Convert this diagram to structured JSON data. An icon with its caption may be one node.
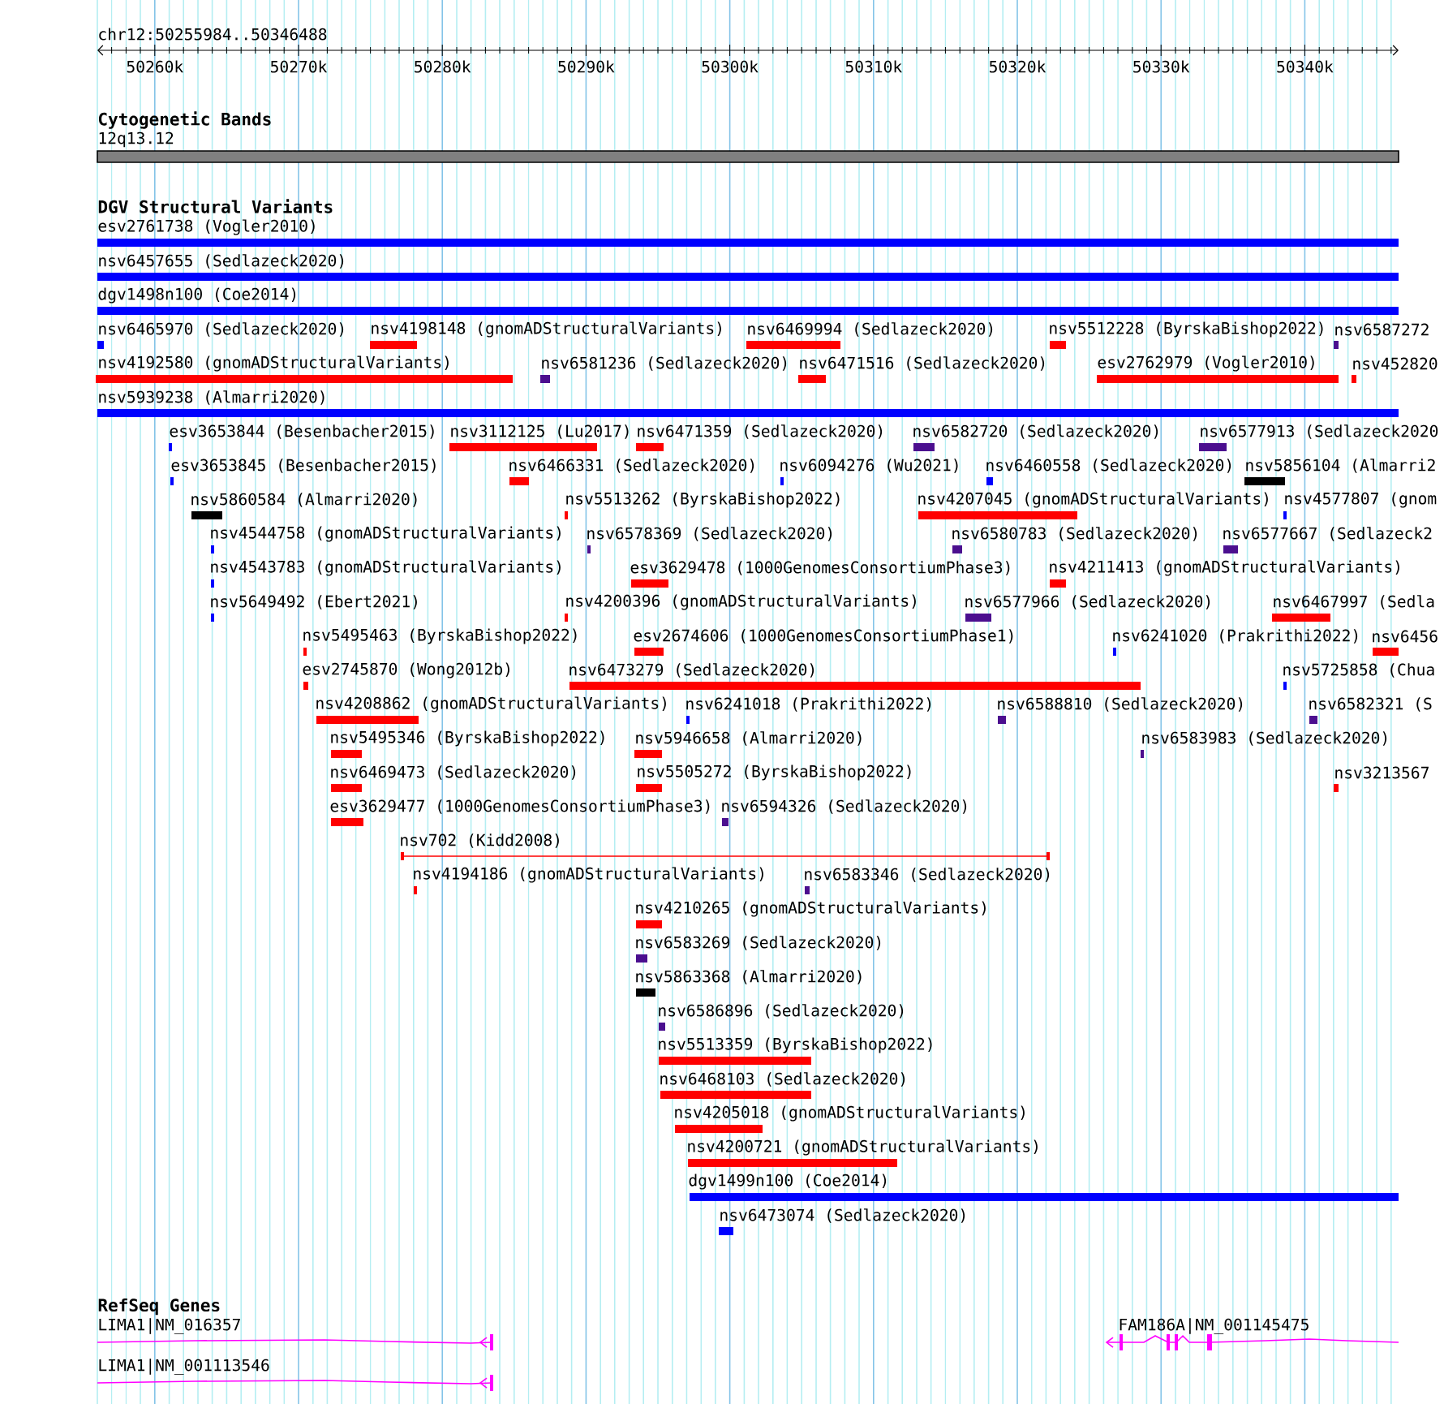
{
  "diagram": {
    "labels": [
      "chr12:50255984..50346488",
      "50260k",
      "50270k",
      "50280k",
      "50290k",
      "50300k",
      "50310k",
      "50320k",
      "50330k",
      "50340k",
      "Cytogenetic Bands",
      "12q13.12",
      "DGV Structural Variants",
      "esv2761738 (Vogler2010)",
      "nsv6457655 (Sedlazeck2020)",
      "dgv1498n100 (Coe2014)",
      "nsv6465970 (Sedlazeck2020)",
      "nsv4198148 (gnomADStructuralVariants)",
      "nsv6469994 (Sedlazeck2020)",
      "nsv5512228 (ByrskaBishop2022)",
      "nsv6587272",
      "nsv4192580 (gnomADStructuralVariants)",
      "nsv6581236 (Sedlazeck2020)",
      "nsv6471516 (Sedlazeck2020)",
      "esv2762979 (Vogler2010)",
      "nsv452820",
      "nsv5939238 (Almarri2020)",
      "esv3653844 (Besenbacher2015)",
      "nsv3112125 (Lu2017)",
      "nsv6471359 (Sedlazeck2020)",
      "nsv6582720 (Sedlazeck2020)",
      "nsv6577913 (Sedlazeck2020",
      "esv3653845 (Besenbacher2015)",
      "nsv6466331 (Sedlazeck2020)",
      "nsv6094276 (Wu2021)",
      "nsv6460558 (Sedlazeck2020)",
      "nsv5856104 (Almarri2",
      "nsv5860584 (Almarri2020)",
      "nsv5513262 (ByrskaBishop2022)",
      "nsv4207045 (gnomADStructuralVariants)",
      "nsv4577807 (gnom",
      "nsv4544758 (gnomADStructuralVariants)",
      "nsv6578369 (Sedlazeck2020)",
      "nsv6580783 (Sedlazeck2020)",
      "nsv6577667 (Sedlazeck2",
      "nsv4543783 (gnomADStructuralVariants)",
      "esv3629478 (1000GenomesConsortiumPhase3)",
      "nsv4211413 (gnomADStructuralVariants)",
      "nsv5649492 (Ebert2021)",
      "nsv4200396 (gnomADStructuralVariants)",
      "nsv6577966 (Sedlazeck2020)",
      "nsv6467997 (Sedla",
      "nsv5495463 (ByrskaBishop2022)",
      "esv2674606 (1000GenomesConsortiumPhase1)",
      "nsv6241020 (Prakrithi2022)",
      "nsv6456",
      "esv2745870 (Wong2012b)",
      "nsv6473279 (Sedlazeck2020)",
      "nsv5725858 (Chua",
      "nsv4208862 (gnomADStructuralVariants)",
      "nsv6241018 (Prakrithi2022)",
      "nsv6588810 (Sedlazeck2020)",
      "nsv6582321 (S",
      "nsv5495346 (ByrskaBishop2022)",
      "nsv5946658 (Almarri2020)",
      "nsv6583983 (Sedlazeck2020)",
      "nsv6469473 (Sedlazeck2020)",
      "nsv5505272 (ByrskaBishop2022)",
      "nsv3213567",
      "esv3629477 (1000GenomesConsortiumPhase3)",
      "nsv6594326 (Sedlazeck2020)",
      "nsv702 (Kidd2008)",
      "nsv4194186 (gnomADStructuralVariants)",
      "nsv6583346 (Sedlazeck2020)",
      "nsv4210265 (gnomADStructuralVariants)",
      "nsv6583269 (Sedlazeck2020)",
      "nsv5863368 (Almarri2020)",
      "nsv6586896 (Sedlazeck2020)",
      "nsv5513359 (ByrskaBishop2022)",
      "nsv6468103 (Sedlazeck2020)",
      "nsv4205018 (gnomADStructuralVariants)",
      "nsv4200721 (gnomADStructuralVariants)",
      "dgv1499n100 (Coe2014)",
      "nsv6473074 (Sedlazeck2020)",
      "RefSeq Genes",
      "LIMA1|NM_016357",
      "LIMA1|NM_001113546",
      "FAM186A|NM_001145475"
    ]
  }
}
